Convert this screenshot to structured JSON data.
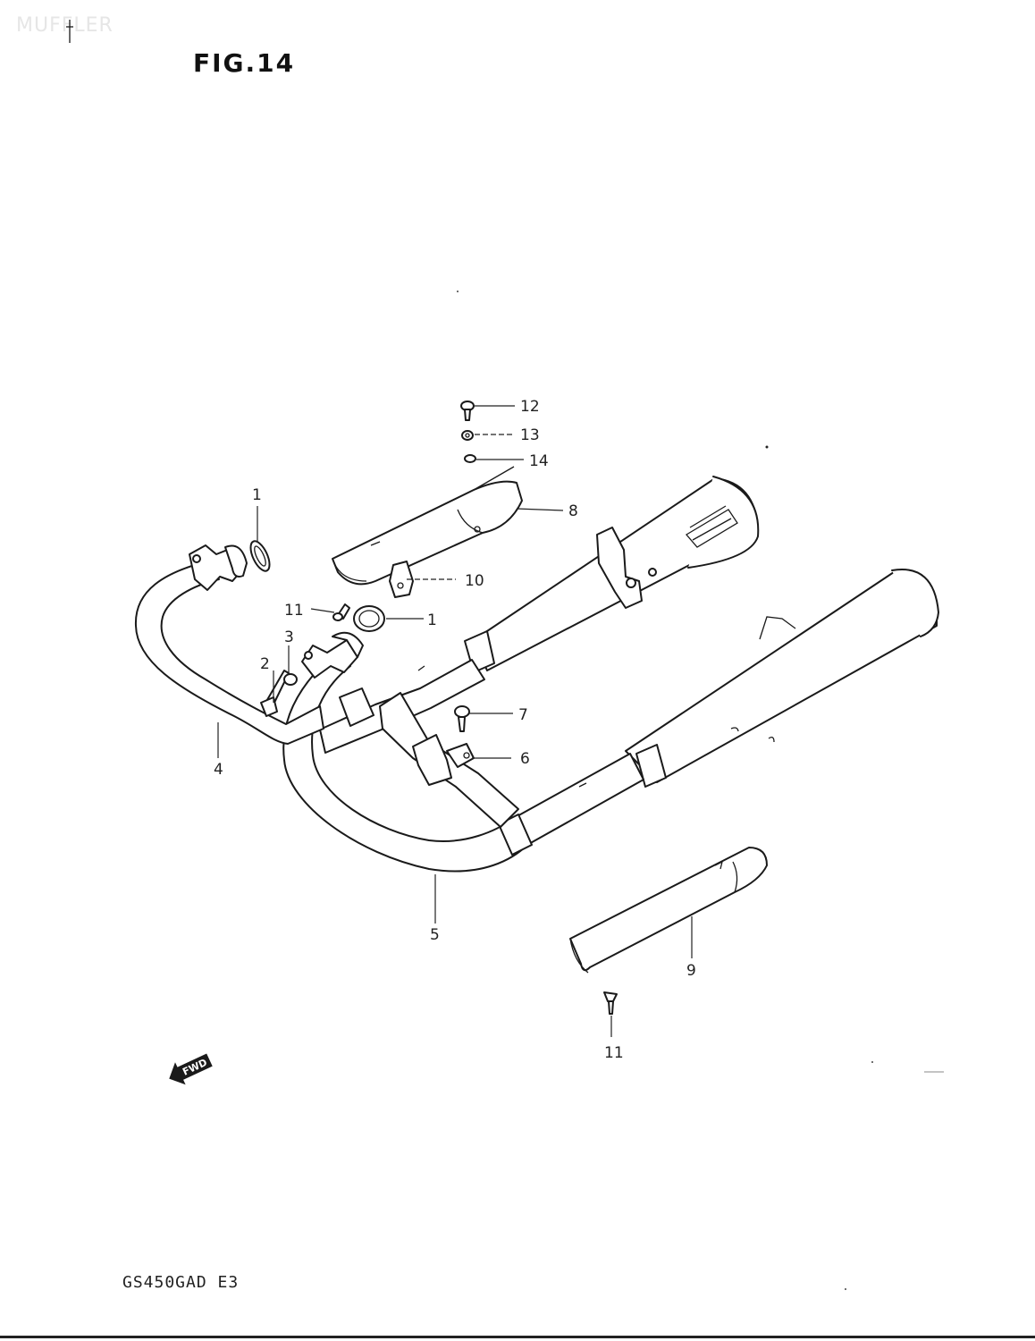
{
  "header": {
    "watermark": "MUFFLER",
    "figure_title": "FIG.14"
  },
  "footer": {
    "model_code": "GS450GAD E3"
  },
  "callouts": [
    {
      "id": "c1a",
      "label": "1"
    },
    {
      "id": "c1b",
      "label": "1"
    },
    {
      "id": "c2",
      "label": "2"
    },
    {
      "id": "c3",
      "label": "3"
    },
    {
      "id": "c4",
      "label": "4"
    },
    {
      "id": "c5",
      "label": "5"
    },
    {
      "id": "c6",
      "label": "6"
    },
    {
      "id": "c7",
      "label": "7"
    },
    {
      "id": "c8",
      "label": "8"
    },
    {
      "id": "c9",
      "label": "9"
    },
    {
      "id": "c10",
      "label": "10"
    },
    {
      "id": "c11a",
      "label": "11"
    },
    {
      "id": "c11b",
      "label": "11"
    },
    {
      "id": "c12",
      "label": "12"
    },
    {
      "id": "c13",
      "label": "13"
    },
    {
      "id": "c14",
      "label": "14"
    }
  ],
  "direction_badge": {
    "text": "FWD",
    "icon": "forward-arrow-icon"
  }
}
